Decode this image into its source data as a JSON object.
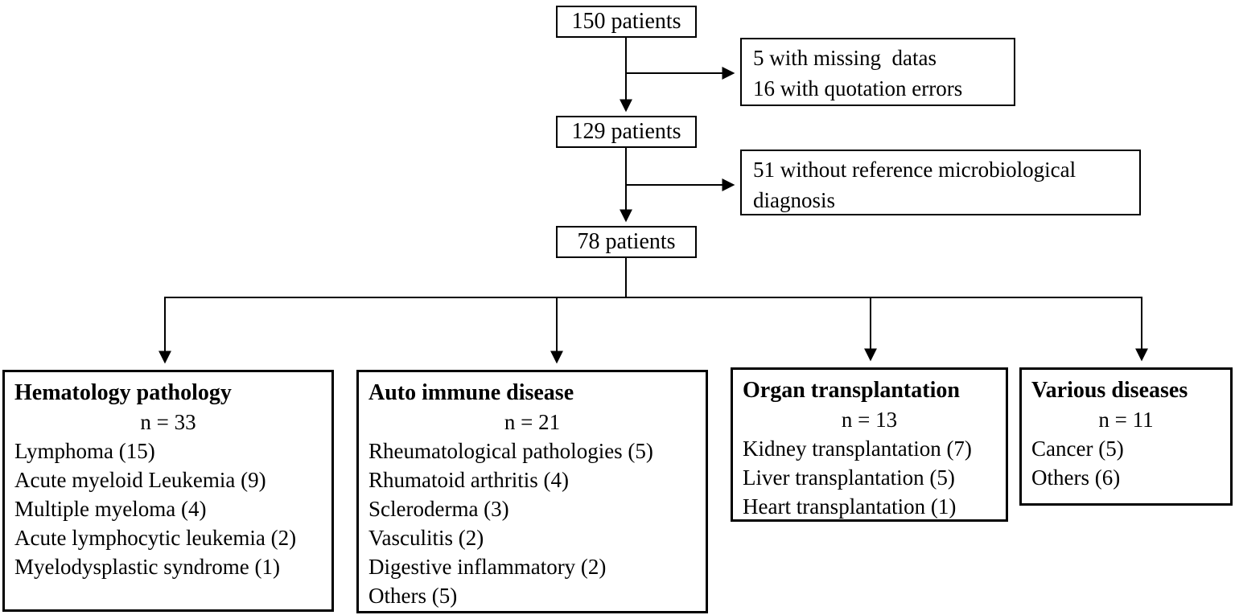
{
  "diagram": {
    "nodes": [
      {
        "label": "150 patients"
      },
      {
        "label": "129 patients"
      },
      {
        "label": "78 patients"
      }
    ],
    "exclusions": [
      {
        "lines": [
          "5 with missing  datas",
          "16 with quotation errors"
        ]
      },
      {
        "lines": [
          "51 without reference microbiological",
          "diagnosis"
        ]
      }
    ],
    "categories": [
      {
        "title": "Hematology pathology",
        "n_label": "n = 33",
        "items": [
          "Lymphoma (15)",
          "Acute myeloid Leukemia (9)",
          "Multiple myeloma (4)",
          "Acute lymphocytic leukemia (2)",
          "Myelodysplastic syndrome (1)"
        ]
      },
      {
        "title": "Auto immune disease",
        "n_label": "n = 21",
        "items": [
          "Rheumatological pathologies (5)",
          "Rhumatoid arthritis (4)",
          "Scleroderma (3)",
          "Vasculitis (2)",
          "Digestive inflammatory (2)",
          "Others (5)"
        ]
      },
      {
        "title": "Organ transplantation",
        "n_label": "n = 13",
        "items": [
          "Kidney transplantation (7)",
          "Liver transplantation (5)",
          "Heart transplantation (1)"
        ]
      },
      {
        "title": "Various diseases",
        "n_label": "n = 11",
        "items": [
          "Cancer (5)",
          "Others (6)"
        ]
      }
    ],
    "colors": {
      "line": "#000000",
      "text": "#000000",
      "background": "#ffffff"
    }
  }
}
